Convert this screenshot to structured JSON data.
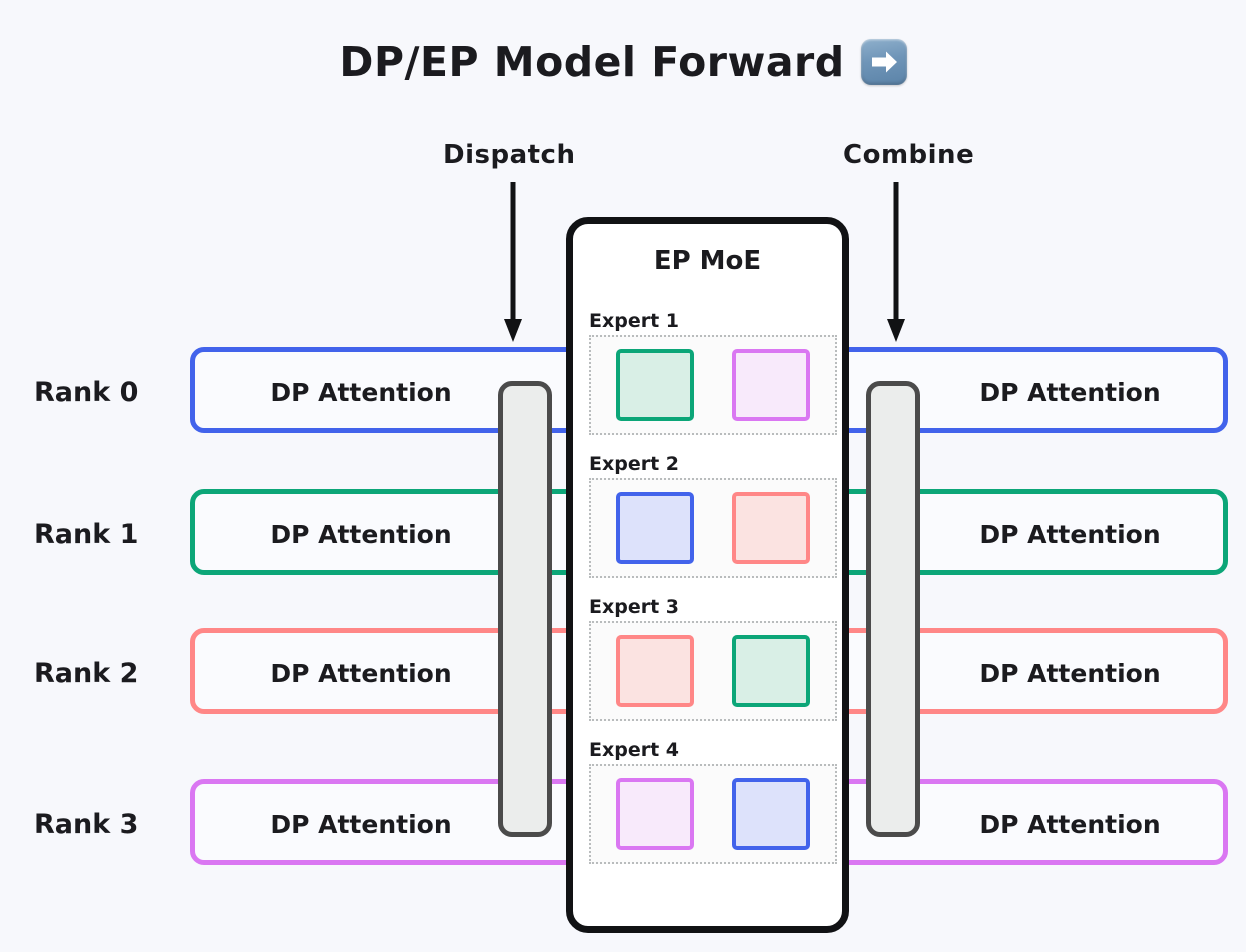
{
  "header": {
    "title": "DP/EP Model Forward",
    "emoji_name": "right-arrow-emoji"
  },
  "flow": {
    "dispatch_label": "Dispatch",
    "combine_label": "Combine"
  },
  "ep_panel": {
    "title": "EP MoE",
    "experts": [
      {
        "name": "Expert 1",
        "tokens": [
          {
            "color": "green",
            "hex": "#0ca678"
          },
          {
            "color": "purple",
            "hex": "#da77f2"
          }
        ]
      },
      {
        "name": "Expert 2",
        "tokens": [
          {
            "color": "blue",
            "hex": "#4263eb"
          },
          {
            "color": "red",
            "hex": "#ff8787"
          }
        ]
      },
      {
        "name": "Expert 3",
        "tokens": [
          {
            "color": "red",
            "hex": "#ff8787"
          },
          {
            "color": "green",
            "hex": "#0ca678"
          }
        ]
      },
      {
        "name": "Expert 4",
        "tokens": [
          {
            "color": "purple",
            "hex": "#da77f2"
          },
          {
            "color": "blue",
            "hex": "#4263eb"
          }
        ]
      }
    ]
  },
  "ranks": [
    {
      "label": "Rank 0",
      "attention_label": "DP Attention",
      "color": "blue",
      "hex": "#4263eb"
    },
    {
      "label": "Rank 1",
      "attention_label": "DP Attention",
      "color": "green",
      "hex": "#0ca678"
    },
    {
      "label": "Rank 2",
      "attention_label": "DP Attention",
      "color": "red",
      "hex": "#ff8787"
    },
    {
      "label": "Rank 3",
      "attention_label": "DP Attention",
      "color": "purple",
      "hex": "#da77f2"
    }
  ],
  "colors": {
    "background": "#f7f8fc",
    "panel_border": "#111214",
    "comm_bar_fill": "#ebedec",
    "comm_bar_border": "#4b4b4b",
    "text": "#1b1b1f"
  }
}
